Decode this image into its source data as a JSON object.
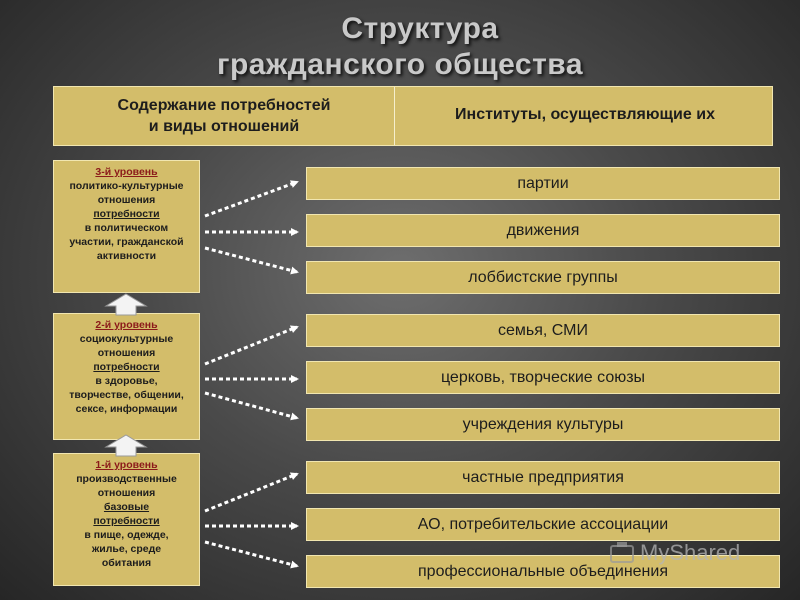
{
  "title": {
    "line1": "Структура",
    "line2": "гражданского общества"
  },
  "header": {
    "left_line1": "Содержание потребностей",
    "left_line2": "и виды отношений",
    "right": "Институты, осуществляющие их"
  },
  "levels": [
    {
      "label": "3-й уровень",
      "line_a": "политико-культурные",
      "line_b": "отношения",
      "needs": "потребности",
      "line_c": "в политическом",
      "line_d": "участии, гражданской",
      "line_e": "активности"
    },
    {
      "label": "2-й уровень",
      "line_a": "социокультурные",
      "line_b": "отношения",
      "needs": "потребности",
      "line_c": "в здоровье,",
      "line_d": "творчестве, общении,",
      "line_e": "сексе, информации"
    },
    {
      "label": "1-й уровень",
      "line_a": "производственные",
      "line_b": "отношения",
      "basic": "базовые",
      "needs": "потребности",
      "line_c": "в пище, одежде,",
      "line_d": "жилье, среде",
      "line_e": "обитания"
    }
  ],
  "institutions": [
    "партии",
    "движения",
    "лоббистские группы",
    "семья, СМИ",
    "церковь, творческие союзы",
    "учреждения культуры",
    "частные предприятия",
    "АО, потребительские ассоциации",
    "профессиональные объединения"
  ],
  "watermark": "MyShared",
  "colors": {
    "box_fill": "#d3bd6a",
    "level_label": "#8b1a1a",
    "connector": "#ffffff"
  }
}
